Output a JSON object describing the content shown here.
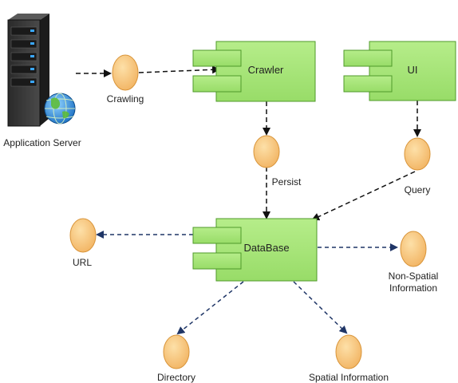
{
  "nodes": {
    "server": {
      "label": "Application Server",
      "icon": "server-with-globe-icon"
    },
    "crawling": {
      "label": "Crawling"
    },
    "persist": {
      "label": "Persist"
    },
    "query": {
      "label": "Query"
    },
    "url": {
      "label": "URL"
    },
    "non_spatial": {
      "label_line1": "Non-Spatial",
      "label_line2": "Information"
    },
    "directory": {
      "label": "Directory"
    },
    "spatial": {
      "label": "Spatial Information"
    }
  },
  "components": {
    "crawler": {
      "label": "Crawler"
    },
    "ui": {
      "label": "UI"
    },
    "database": {
      "label": "DataBase"
    }
  },
  "colors": {
    "component_fill": "#a8e57a",
    "component_stroke": "#4f9a2a",
    "interface_fill": "#f5c27a",
    "interface_stroke": "#d9953a",
    "connector_black": "#111111",
    "connector_navy": "#1f3566"
  }
}
